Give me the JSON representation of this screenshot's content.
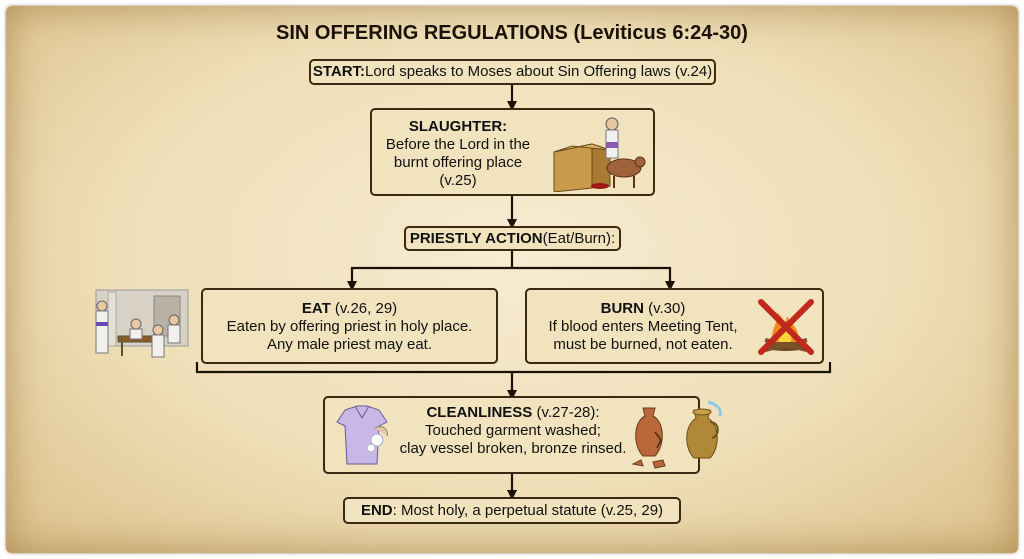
{
  "title": "SIN OFFERING REGULATIONS (Leviticus 6:24-30)",
  "start": {
    "label": "START:",
    "text": " Lord speaks to Moses about Sin Offering laws (v.24)"
  },
  "slaughter": {
    "label": "SLAUGHTER:",
    "lines": [
      "Before the Lord in the",
      "burnt offering place",
      "(v.25)"
    ]
  },
  "priestly": {
    "label": "PRIESTLY ACTION",
    "text": " (Eat/Burn):"
  },
  "eat": {
    "label": "EAT",
    "ref": " (v.26, 29)",
    "lines": [
      "Eaten by offering priest in holy place.",
      "Any male priest may eat."
    ]
  },
  "burn": {
    "label": "BURN",
    "ref": " (v.30)",
    "lines": [
      "If blood enters Meeting Tent,",
      "must be burned, not eaten."
    ]
  },
  "clean": {
    "label": "CLEANLINESS",
    "ref": " (v.27-28):",
    "lines": [
      "Touched garment washed;",
      "clay vessel broken, bronze rinsed."
    ]
  },
  "end": {
    "label": "END",
    "text": ": Most holy, a perpetual statute (v.25, 29)"
  },
  "colors": {
    "parchment": "#efdfb8",
    "box": "#f1e3be",
    "border": "#3a2a14",
    "cross": "#c0281e"
  },
  "icons": [
    "priest-slaughter-illustration",
    "priests-eating-illustration",
    "crossed-fire-illustration",
    "garment-washing-illustration",
    "broken-clay-vessel-illustration",
    "bronze-vessel-rinsed-illustration"
  ]
}
